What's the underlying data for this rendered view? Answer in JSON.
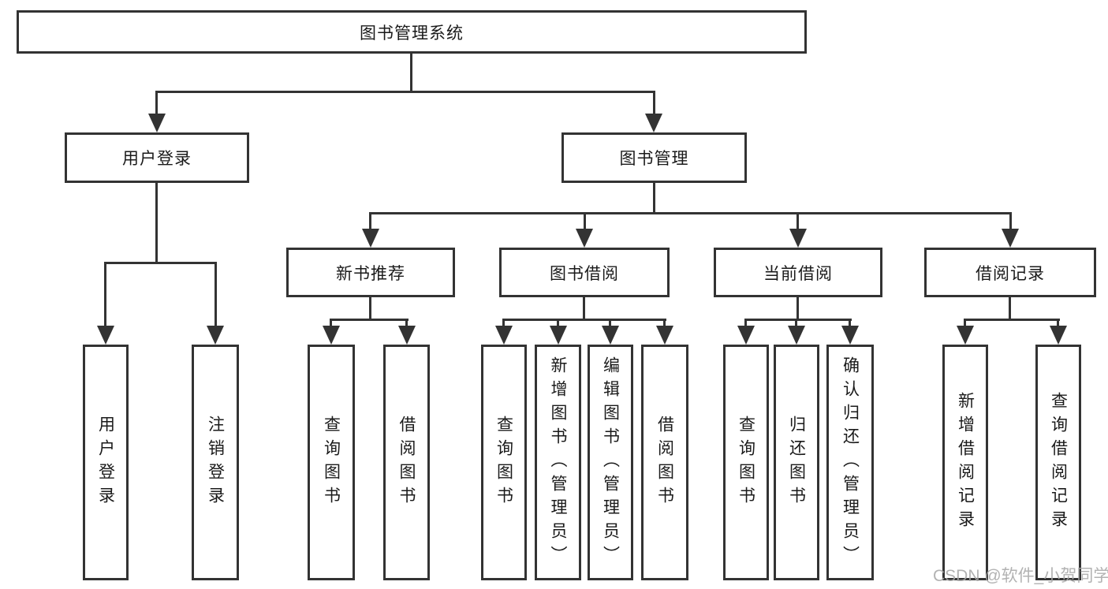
{
  "diagram": {
    "type": "hierarchy-tree",
    "root": "图书管理系统",
    "level2": [
      "用户登录",
      "图书管理"
    ],
    "level3": [
      "新书推荐",
      "图书借阅",
      "当前借阅",
      "借阅记录"
    ],
    "leaves": [
      "用户登录",
      "注销登录",
      "查询图书",
      "借阅图书",
      "查询图书",
      "新增图书（管理员）",
      "编辑图书（管理员）",
      "借阅图书",
      "查询图书",
      "归还图书",
      "确认归还（管理员）",
      "新增借阅记录",
      "查询借阅记录"
    ],
    "hierarchy": {
      "图书管理系统": [
        "用户登录",
        "图书管理"
      ],
      "用户登录": [
        "用户登录",
        "注销登录"
      ],
      "图书管理": [
        "新书推荐",
        "图书借阅",
        "当前借阅",
        "借阅记录"
      ],
      "新书推荐": [
        "查询图书",
        "借阅图书"
      ],
      "图书借阅": [
        "查询图书",
        "新增图书（管理员）",
        "编辑图书（管理员）",
        "借阅图书"
      ],
      "当前借阅": [
        "查询图书",
        "归还图书",
        "确认归还（管理员）"
      ],
      "借阅记录": [
        "新增借阅记录",
        "查询借阅记录"
      ]
    }
  },
  "watermark": "CSDN @软件_小贺同学",
  "colors": {
    "line": "#333333",
    "text": "#1a1a1a",
    "background": "#ffffff",
    "watermark": "#a8a8a8"
  }
}
